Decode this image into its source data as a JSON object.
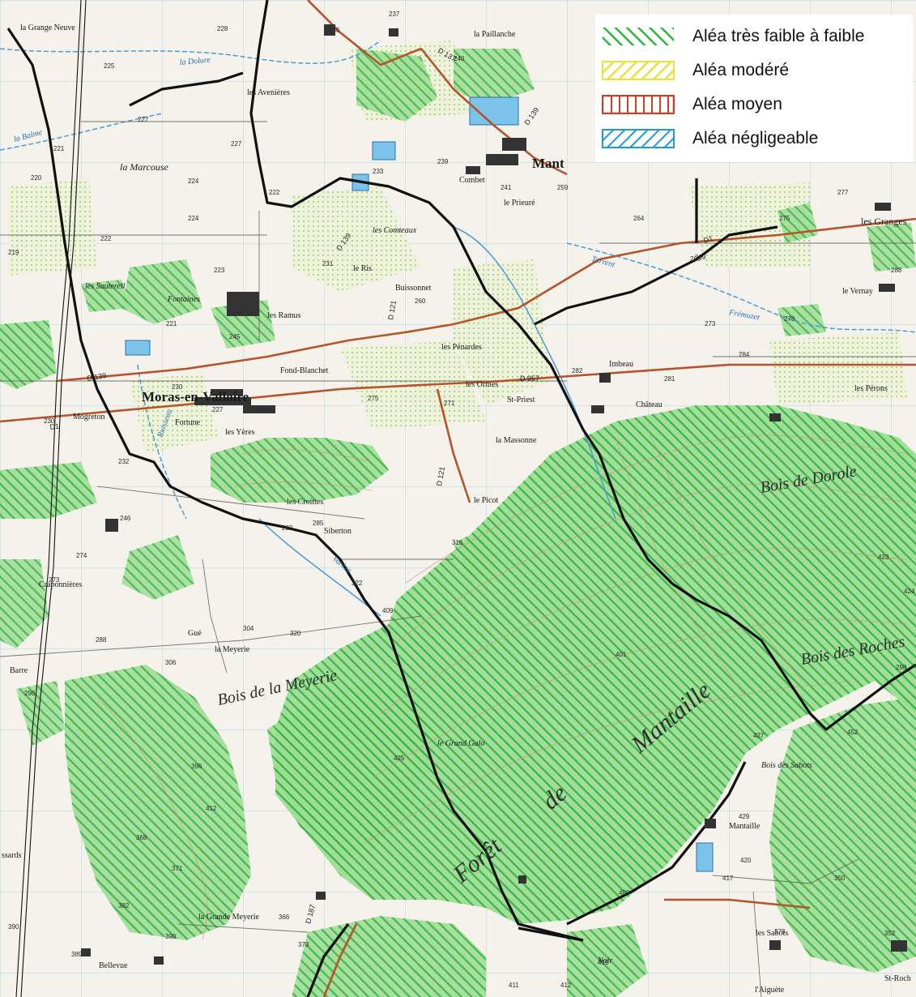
{
  "legend": {
    "items": [
      {
        "label": "Aléa très faible à faible",
        "color": "#2fb53a"
      },
      {
        "label": "Aléa modéré",
        "color": "#e8e23a"
      },
      {
        "label": "Aléa moyen",
        "color": "#c8422a"
      },
      {
        "label": "Aléa négligeable",
        "color": "#1e9ad6"
      }
    ]
  },
  "map": {
    "places": {
      "moras": "Moras-en-Valloire",
      "grange_neuve": "la Grange Neuve",
      "paillanche": "la Paillanche",
      "avenieres": "les Avenières",
      "marcouse": "la Marcouse",
      "sauterell": "les Sauterell",
      "fontaines": "Fontaines",
      "ramus": "les Ramus",
      "ris": "le Ris",
      "buissonnet": "Buissonnet",
      "comteaux": "les Comteaux",
      "combet": "Combet",
      "prieure": "le Prieuré",
      "mant": "Mant",
      "granges": "les Granges",
      "vernay": "le Vernay",
      "imbeau": "Imbeau",
      "penardes": "les Pénardes",
      "fond_blanchet": "Fond-Blanchet",
      "ormes": "les Ormes",
      "st_priest": "St-Priest",
      "chateau": "Château",
      "massonne": "la Massonne",
      "fortune": "Fortune",
      "yeres": "les Yères",
      "mogreton": "Mogreton",
      "croittes": "les Croittes",
      "siberton": "Siberton",
      "picot": "le Picot",
      "craponnieres": "Craponnières",
      "gue": "Gué",
      "meyerie": "la Meyerie",
      "barre": "Barre",
      "grand_galo": "le Grand Galo",
      "grande_meyerie": "la Grande Meyerie",
      "bellevue": "Bellevue",
      "sabots": "les Sabots",
      "bois_sabots": "Bois des Sabots",
      "mantaille": "Mantaille",
      "noir": "Noir",
      "aiguete": "l'Aiguète",
      "peron": "les Pérons",
      "ssards": "ssards",
      "bois_dorole": "Bois de Dorole",
      "bois_roches": "Bois des Roches",
      "foret": "Forêt",
      "de": "de",
      "mantaille_forest": "Mantaille",
      "bois_meyerie": "Bois de la Meyerie",
      "st_roch": "St-Roch",
      "ruisseau": "Ruisseau",
      "dolure": "la Dolure",
      "balme": "la Balme",
      "fremuzet": "Frémuzet",
      "torrent": "Torrent",
      "varezes": "Varèze"
    },
    "roads": {
      "d139a": "D 139",
      "d139b": "D 139",
      "d1": "D1",
      "d1b": "D1",
      "d137": "D 137",
      "d957": "D 957",
      "d121": "D 121",
      "d187": "D 187",
      "d139c": "D 139",
      "d121b": "D 121"
    },
    "altitudes": [
      "228",
      "225",
      "227",
      "227",
      "221",
      "220",
      "224",
      "224",
      "222",
      "219",
      "223",
      "221",
      "230",
      "232",
      "246",
      "274",
      "273",
      "288",
      "296",
      "390",
      "389",
      "382",
      "368",
      "396",
      "412",
      "371",
      "366",
      "373",
      "390",
      "322",
      "316",
      "320",
      "304",
      "306",
      "245",
      "260",
      "271",
      "275",
      "231",
      "233",
      "239",
      "241",
      "259",
      "264",
      "277",
      "275",
      "269",
      "273",
      "279",
      "284",
      "281",
      "282",
      "288",
      "423",
      "424",
      "298",
      "429",
      "420",
      "417",
      "419",
      "409",
      "411",
      "412",
      "352",
      "378",
      "350",
      "427",
      "409",
      "401",
      "452",
      "425",
      "268",
      "282",
      "285",
      "230",
      "236",
      "240",
      "237",
      "227",
      "222"
    ]
  }
}
